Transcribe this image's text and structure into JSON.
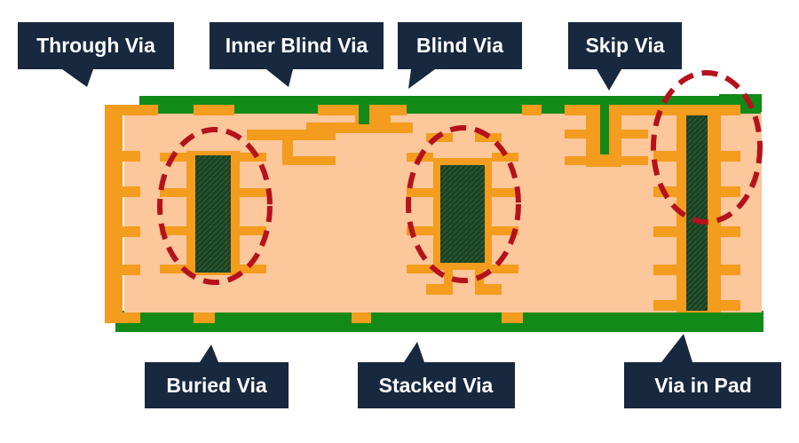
{
  "callouts": {
    "through_via": "Through Via",
    "inner_blind_via": "Inner Blind Via",
    "blind_via": "Blind Via",
    "skip_via": "Skip Via",
    "buried_via": "Buried Via",
    "stacked_via": "Stacked Via",
    "via_in_pad": "Via in Pad"
  },
  "colors": {
    "laminate": "#fcc79b",
    "copper": "#f39c1e",
    "solder_mask": "#128a17",
    "via_fill": "#1b4023",
    "callout_bg": "#17283f",
    "highlight_ring": "#b5121b"
  }
}
